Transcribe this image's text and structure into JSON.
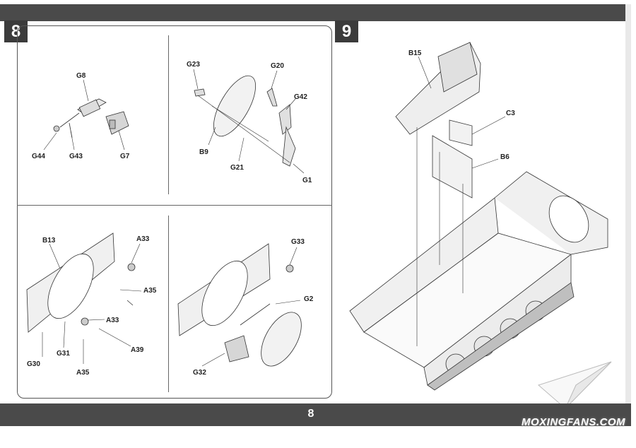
{
  "page_number": "8",
  "steps": [
    {
      "number": "8",
      "labels": {
        "g8": "G8",
        "g44": "G44",
        "g43": "G43",
        "g7": "G7",
        "g23": "G23",
        "g20": "G20",
        "g42": "G42",
        "b9": "B9",
        "g21": "G21",
        "g1": "G1",
        "b13": "B13",
        "a33a": "A33",
        "a35a": "A35",
        "a33b": "A33",
        "a39": "A39",
        "g30": "G30",
        "g31": "G31",
        "a35b": "A35",
        "g33": "G33",
        "g2": "G2",
        "g32": "G32"
      }
    },
    {
      "number": "9",
      "labels": {
        "b15": "B15",
        "c3": "C3",
        "b6": "B6"
      }
    }
  ],
  "watermark": "MOXINGFANS.COM",
  "colors": {
    "bar": "#4a4a4a",
    "badge": "#3b3b3b",
    "line": "#333333"
  }
}
